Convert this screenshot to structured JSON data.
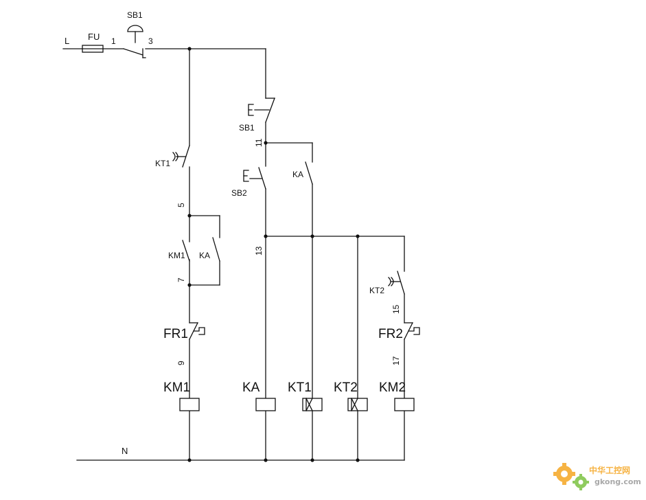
{
  "diagram": {
    "supply": {
      "line": "L",
      "neutral": "N",
      "fuse": "FU"
    },
    "nodes": [
      "1",
      "3",
      "5",
      "7",
      "9",
      "11",
      "13",
      "15",
      "17"
    ],
    "switches": {
      "stop_button": "SB1",
      "start_button": "SB2",
      "timer_contact_1": "KT1",
      "timer_contact_2": "KT2",
      "km1_aux": "KM1",
      "ka_aux_left": "KA",
      "ka_aux_right": "KA",
      "overload_1": "FR1",
      "overload_2": "FR2"
    },
    "coils": [
      "KM1",
      "KA",
      "KT1",
      "KT2",
      "KM2"
    ]
  },
  "watermark": {
    "brand": "中华工控网",
    "domain": "gkong.com"
  },
  "colors": {
    "wire": "#111111",
    "background": "#ffffff",
    "watermark_orange": "#f5a623",
    "watermark_green": "#7cc242"
  }
}
